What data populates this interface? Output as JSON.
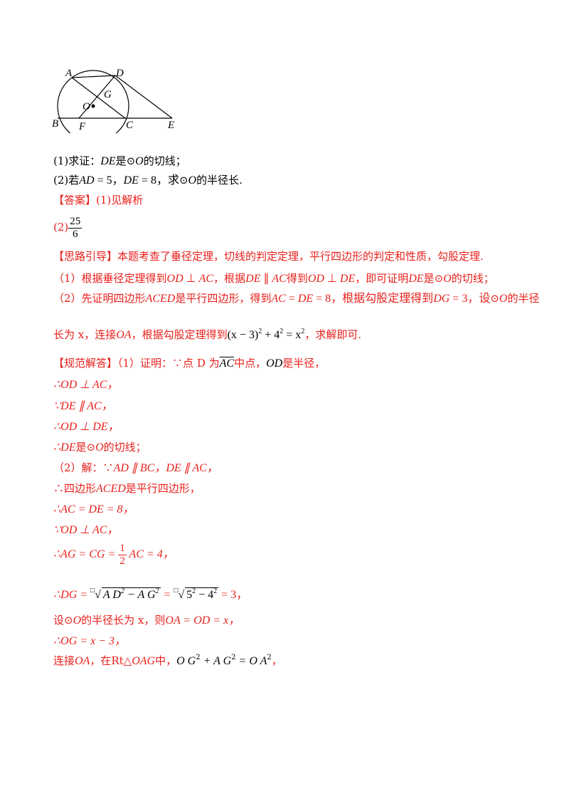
{
  "figure": {
    "labels": {
      "A": "A",
      "D": "D",
      "G": "G",
      "O": "O",
      "B": "B",
      "F": "F",
      "C": "C",
      "E": "E"
    }
  },
  "q1": {
    "prefix": "(1)求证：",
    "de": "DE",
    "is": "是",
    "circ": "⊙",
    "o": "O",
    "suffix": "的切线；"
  },
  "q2": {
    "prefix": "(2)若",
    "ad": "AD",
    "eq5": " = 5，",
    "de": "DE",
    "eq8": " = 8，求",
    "circ": "⊙",
    "o": "O",
    "suffix": "的半径长."
  },
  "answer": {
    "tag": "【答案】",
    "part1": "(1)见解析",
    "part2_label": "(2)",
    "num": "25",
    "den": "6"
  },
  "guide": {
    "tag": "【思路引导】",
    "text": "本题考查了垂径定理，切线的判定定理，平行四边形的判定和性质，勾股定理.",
    "s1_a": "（1）根据垂径定理得到",
    "s1_od": "OD",
    "s1_perp": " ⊥ ",
    "s1_ac": "AC",
    "s1_b": "，根据",
    "s1_de": "DE",
    "s1_par": " ∥ ",
    "s1_c": "得到",
    "s1_d": "，即可证明",
    "s1_e": "是",
    "s1_circ": "⊙",
    "s1_o": "O",
    "s1_f": "的切线；",
    "s2_a": "（2）先证明四边形",
    "s2_aced": "ACED",
    "s2_b": "是平行四边形，得到",
    "s2_eq": " = ",
    "s2_eq8": " = 8，根据勾股定理得到",
    "s2_dg": "DG",
    "s2_eq3": " = 3，设",
    "s2_c": "的半径",
    "s3_a": "长为 x，连接",
    "s3_oa": "OA",
    "s3_b": "，根据勾股定理得到",
    "s3_formula": "(x − 3)",
    "s3_plus": " + 4",
    "s3_eq": " = x",
    "s3_c": "，求解即可."
  },
  "solution": {
    "tag": "【规范解答】",
    "l1_a": "（1）证明：∵点 D 为",
    "l1_arc": "AC",
    "l1_b": "中点，",
    "l1_od": "OD",
    "l1_c": "是半径，",
    "l2": "∴OD ⊥ AC，",
    "l3": "∵DE ∥ AC，",
    "l4": "∴OD ⊥ DE，",
    "l5_a": "∴DE",
    "l5_b": "是",
    "l5_c": "⊙",
    "l5_d": "O",
    "l5_e": "的切线；",
    "l6_a": "（2）解：∵",
    "l6_b": "AD ∥ BC，DE ∥ AC，",
    "l7_a": "∴四边形",
    "l7_b": "ACED",
    "l7_c": "是平行四边形，",
    "l8": "∴AC = DE = 8，",
    "l9": "∵OD ⊥ AC，",
    "l10_a": "∴AG = CG = ",
    "l10_num": "1",
    "l10_den": "2",
    "l10_b": " AC = 4，",
    "l11_a": "∴DG = ",
    "l11_b": "A D",
    "l11_c": " − A G",
    "l11_d": " = ",
    "l11_e": "5",
    "l11_f": " − 4",
    "l11_g": " = 3，",
    "l12_a": "设",
    "l12_b": "⊙",
    "l12_c": "O",
    "l12_d": "的半径长为 x，则",
    "l12_e": "OA = OD = x，",
    "l13": "∴OG = x − 3，",
    "l14_a": "连接",
    "l14_b": "OA",
    "l14_c": "，在Rt",
    "l14_d": "△",
    "l14_e": "OAG",
    "l14_f": "中，",
    "l14_g": "O G",
    "l14_h": " + A G",
    "l14_i": " = O A",
    "l14_j": "，"
  },
  "superscripts": {
    "two": "2",
    "root_index": "□"
  }
}
